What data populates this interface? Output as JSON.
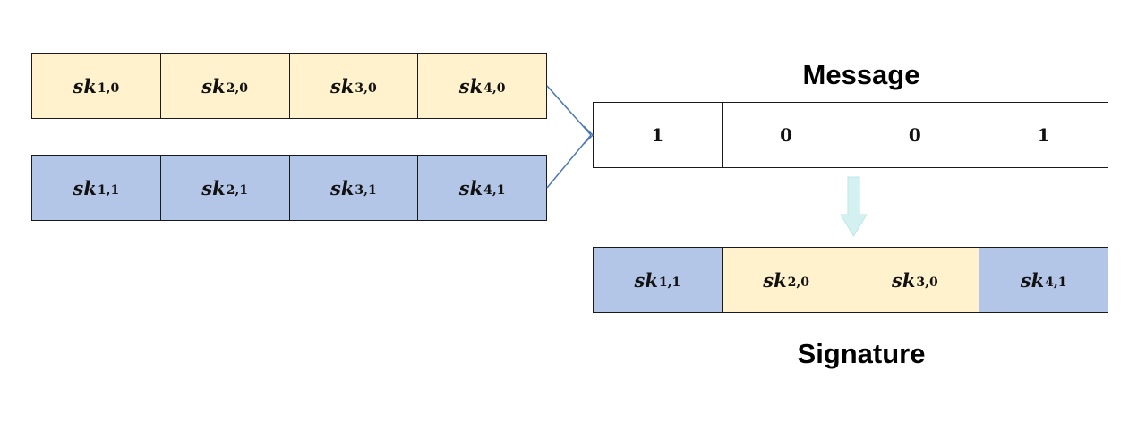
{
  "titles": {
    "message": "Message",
    "signature": "Signature"
  },
  "secret_keys_0": [
    {
      "base": "sk",
      "sub": "1,0"
    },
    {
      "base": "sk",
      "sub": "2,0"
    },
    {
      "base": "sk",
      "sub": "3,0"
    },
    {
      "base": "sk",
      "sub": "4,0"
    }
  ],
  "secret_keys_1": [
    {
      "base": "sk",
      "sub": "1,1"
    },
    {
      "base": "sk",
      "sub": "2,1"
    },
    {
      "base": "sk",
      "sub": "3,1"
    },
    {
      "base": "sk",
      "sub": "4,1"
    }
  ],
  "message_bits": [
    "1",
    "0",
    "0",
    "1"
  ],
  "signature": [
    {
      "base": "sk",
      "sub": "1,1"
    },
    {
      "base": "sk",
      "sub": "2,0"
    },
    {
      "base": "sk",
      "sub": "3,0"
    },
    {
      "base": "sk",
      "sub": "4,1"
    }
  ],
  "colors": {
    "key_row_0": "#fff2cc",
    "key_row_1": "#b4c6e7",
    "connector": "#4a78b8",
    "down_arrow": "#d3f1f1"
  }
}
